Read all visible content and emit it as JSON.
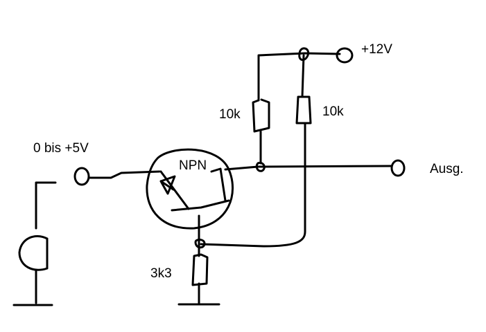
{
  "labels": {
    "supply": "+12V",
    "input": "0 bis +5V",
    "output": "Ausg.",
    "transistor": "NPN",
    "r_collector": "10k",
    "r_feedback": "10k",
    "r_emitter": "3k3"
  }
}
